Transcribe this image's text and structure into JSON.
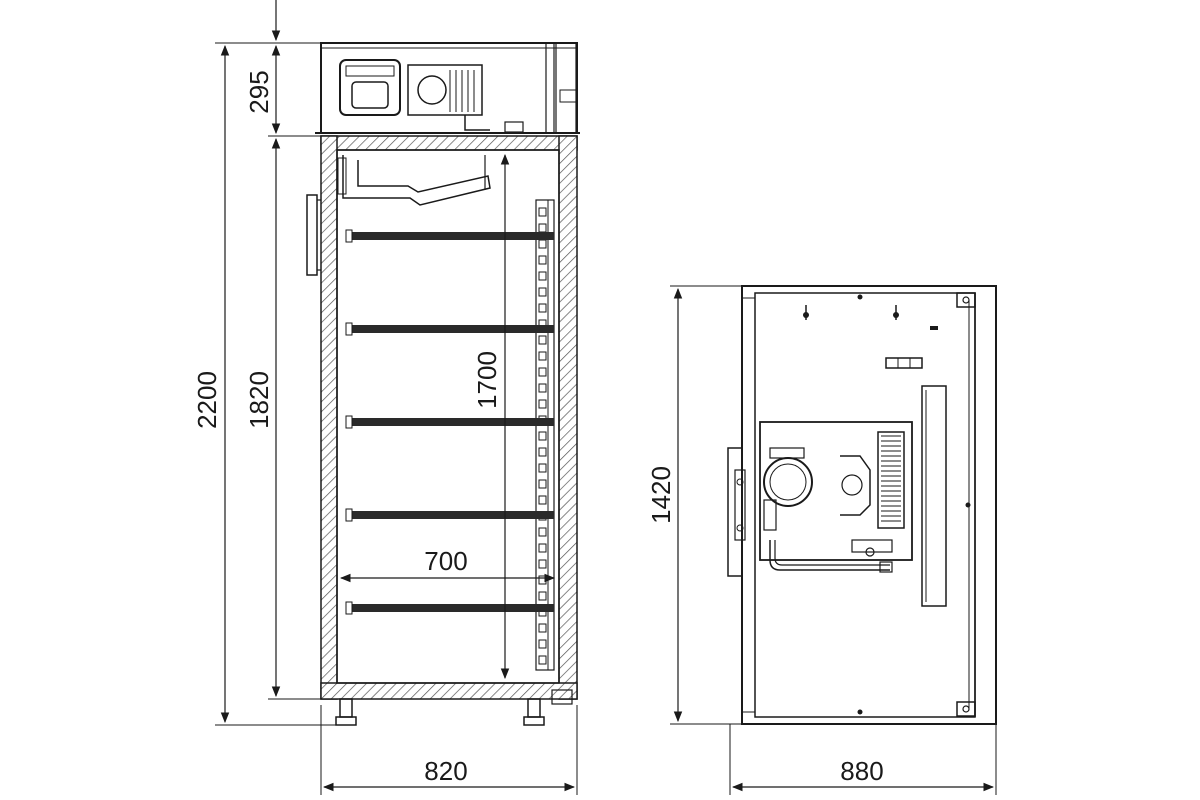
{
  "front_view": {
    "dim_top_section": "295",
    "dim_total_height": "2200",
    "dim_cabinet_height": "1820",
    "dim_interior_height": "1700",
    "dim_interior_width": "700",
    "dim_outer_width": "820",
    "shelf_count": 5
  },
  "side_view": {
    "dim_height": "1420",
    "dim_depth": "880"
  }
}
